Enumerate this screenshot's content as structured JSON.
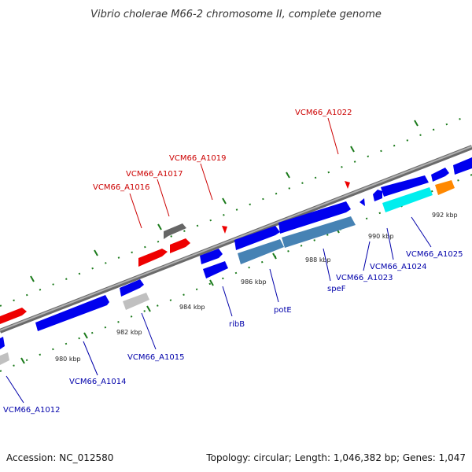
{
  "title": "Vibrio cholerae M66-2 chromosome II, complete genome",
  "footer": {
    "accession": "Accession: NC_012580",
    "topology": "Topology: circular; Length: 1,046,382 bp; Genes: 1,047"
  },
  "colors": {
    "background": "#ffffff",
    "backbone": "#8a8a8a",
    "tick": "#1a7a1a",
    "forward_label": "#cc0000",
    "reverse_label": "#0000aa",
    "gene_blue": "#0000ee",
    "gene_red": "#ee0000",
    "gene_gray": "#666666",
    "gene_lightgray": "#c0c0c0",
    "gene_cyan": "#00eeee",
    "gene_steel": "#4682b4",
    "gene_orange": "#ff8800"
  },
  "scale_labels": [
    "980 kbp",
    "982 kbp",
    "984 kbp",
    "986 kbp",
    "988 kbp",
    "990 kbp",
    "992 kbp"
  ],
  "forward_gene_labels": [
    "VCM66_A1016",
    "VCM66_A1017",
    "VCM66_A1019",
    "VCM66_A1022"
  ],
  "reverse_gene_labels": [
    "VCM66_A1012",
    "VCM66_A1014",
    "VCM66_A1015",
    "ribB",
    "potE",
    "speF",
    "VCM66_A1023",
    "VCM66_A1024",
    "VCM66_A1025"
  ]
}
